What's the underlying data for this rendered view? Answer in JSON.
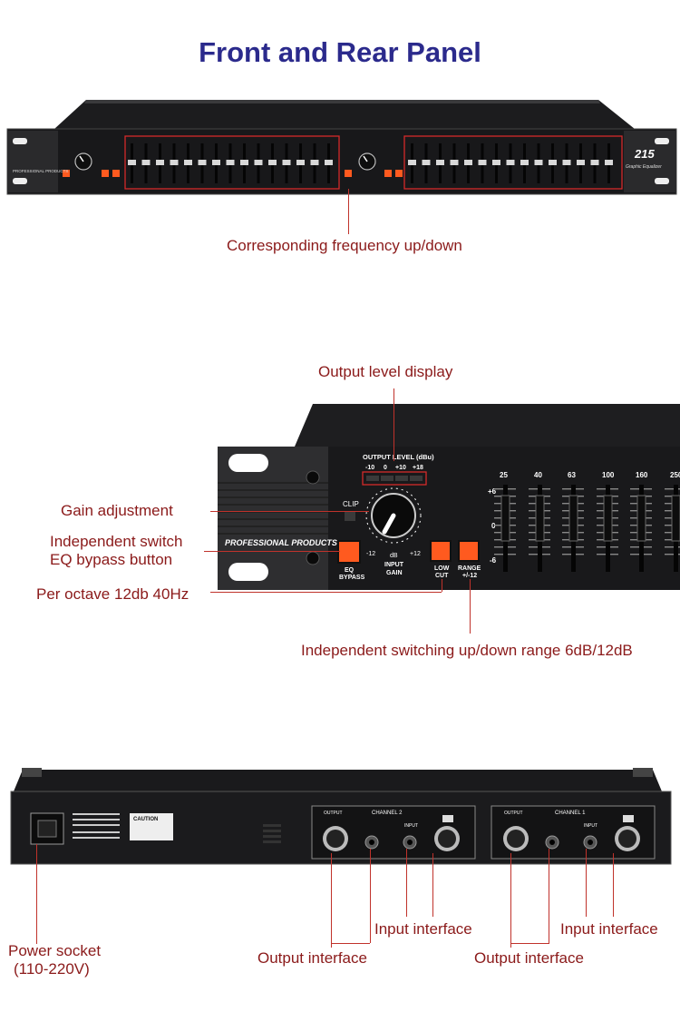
{
  "title": "Front and Rear Panel",
  "panel1": {
    "brand": "PROFESSIONAL PRODUCTS",
    "model": "215",
    "model_sub": "Graphic Equalizer",
    "callout": "Corresponding frequency up/down"
  },
  "panel2": {
    "output_level_title": "OUTPUT LEVEL (dBu)",
    "meter_marks": [
      "-10",
      "0",
      "+10",
      "+18"
    ],
    "clip": "CLIP",
    "brand": "PROFESSIONAL PRODUCTS",
    "eq_bypass": "EQ\nBYPASS",
    "eq_label": "EQ",
    "bypass_label": "BYPASS",
    "knob_min": "-12",
    "knob_db": "dB",
    "knob_max": "+12",
    "input_label": "INPUT",
    "gain_label": "GAIN",
    "low_label": "LOW",
    "cut_label": "CUT",
    "range_label": "RANGE",
    "range_val": "+/-12",
    "freqs": [
      "25",
      "40",
      "63",
      "100",
      "160",
      "250"
    ],
    "scale": [
      "+6",
      "0",
      "-6"
    ],
    "callouts": {
      "output_level": "Output level display",
      "gain": "Gain adjustment",
      "switch_line1": "Independent switch",
      "switch_line2": "EQ bypass button",
      "octave": "Per octave 12db 40Hz",
      "range": "Independent switching up/down range 6dB/12dB"
    }
  },
  "panel3": {
    "channel2": "CHANNEL 2",
    "channel1": "CHANNEL 1",
    "output": "OUTPUT",
    "input": "INPUT",
    "caution": "CAUTION",
    "callouts": {
      "power_line1": "Power socket",
      "power_line2": "(110-220V)",
      "input1": "Input interface",
      "input2": "Input interface",
      "output1": "Output interface",
      "output2": "Output interface"
    }
  }
}
